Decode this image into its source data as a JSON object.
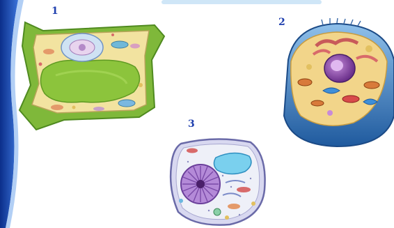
{
  "labels": {
    "cell1": "1",
    "cell2": "2",
    "cell3": "3"
  },
  "colors": {
    "label": "#1f3fae",
    "plant_wall": "#7fb83a",
    "plant_vacuole": "#8cc43c",
    "cytoplasm": "#f2e3a0",
    "animal_membrane": "#2e6fb5",
    "nucleus_purple": "#8a4ba8"
  }
}
